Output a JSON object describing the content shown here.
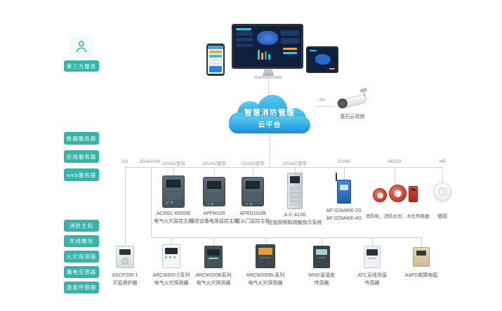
{
  "colors": {
    "teal": "#33b5a9",
    "cloud_top": "#58cbf2",
    "cloud_bottom": "#1b8cd4",
    "line_gray": "#ccd3d9",
    "alarm_red": "#c73327",
    "gateway_blue": "#2660a8"
  },
  "third_party": {
    "label": "第三方服务"
  },
  "cloud": {
    "line1": "智慧消防管理",
    "line2": "云平台"
  },
  "camera": {
    "conn": "2G",
    "label": "萤石云视频"
  },
  "server_boxes": [
    {
      "label": "数据服务器"
    },
    {
      "label": "应用服务器"
    },
    {
      "label": "web服务器"
    }
  ],
  "category_boxes": [
    {
      "label": "消防主机"
    },
    {
      "label": "无线模块"
    },
    {
      "label": "火灾探测器"
    },
    {
      "label": "漏电互感器"
    },
    {
      "label": "温度传感器"
    }
  ],
  "connection_labels": [
    "2G",
    "2G/4G/NB",
    "2G/4G/宽带",
    "2G/4G/宽带",
    "2G/4G/宽带",
    "2G/4G/宽带",
    "2G/4G",
    "NB/2G",
    "NB"
  ],
  "mid_devices": [
    {
      "name": "ACREL-6000/B",
      "desc": "电气火灾监控主机"
    },
    {
      "name": "APFM100",
      "desc": "消防设备电源监控主机"
    },
    {
      "name": "AFRD100/B",
      "desc": "防火门监控主机"
    },
    {
      "name": "A-C-A100",
      "desc": "应急照明和疏散指示系统"
    },
    {
      "name": "AF-GSM400-2G",
      "desc": "AF-GSM400-4G"
    },
    {
      "name": "消防栓、消防水压、水位传感器",
      "desc": ""
    },
    {
      "name": "烟感",
      "desc": ""
    }
  ],
  "bottom_devices": [
    {
      "name": "ASCP200-1",
      "desc": "灭弧保护器"
    },
    {
      "name": "ARCM300-Z系列",
      "desc": "电气火灾探测器"
    },
    {
      "name": "ARCM200B系列",
      "desc": "电气火灾探测器"
    },
    {
      "name": "ARCM200BL系列",
      "desc": "电气火灾探测器"
    },
    {
      "name": "WHD温湿度",
      "desc": "传感器"
    },
    {
      "name": "ATC无线测温",
      "desc": "传感器"
    },
    {
      "name": "AAFD故障电弧",
      "desc": ""
    }
  ]
}
